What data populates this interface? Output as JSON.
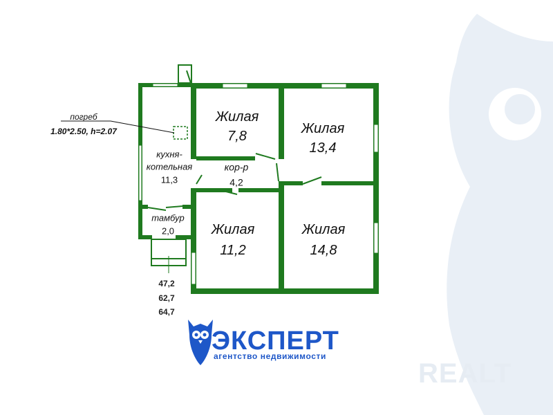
{
  "rooms": [
    {
      "id": "living-1",
      "name": "Жилая",
      "area": "7,8"
    },
    {
      "id": "living-2",
      "name": "Жилая",
      "area": "13,4"
    },
    {
      "id": "living-3",
      "name": "Жилая",
      "area": "11,2"
    },
    {
      "id": "living-4",
      "name": "Жилая",
      "area": "14,8"
    },
    {
      "id": "kitchen",
      "name_line1": "кухня-",
      "name_line2": "котельная",
      "area": "11,3"
    },
    {
      "id": "corridor",
      "name": "кор-р",
      "area": "4,2"
    },
    {
      "id": "vestibule",
      "name": "тамбур",
      "area": "2,0"
    }
  ],
  "cellar": {
    "label": "погреб",
    "dims": "1.80*2.50, h=2.07"
  },
  "totals": [
    "47,2",
    "62,7",
    "64,7"
  ],
  "brand": {
    "name": "ЭКСПЕРТ",
    "subtitle": "агентство недвижимости",
    "color": "#1e57c8"
  },
  "watermark": {
    "text": "REALT"
  },
  "colors": {
    "wall": "#1f7a1f",
    "wall_dark": "#156015",
    "watermark": "#e8eef5"
  }
}
